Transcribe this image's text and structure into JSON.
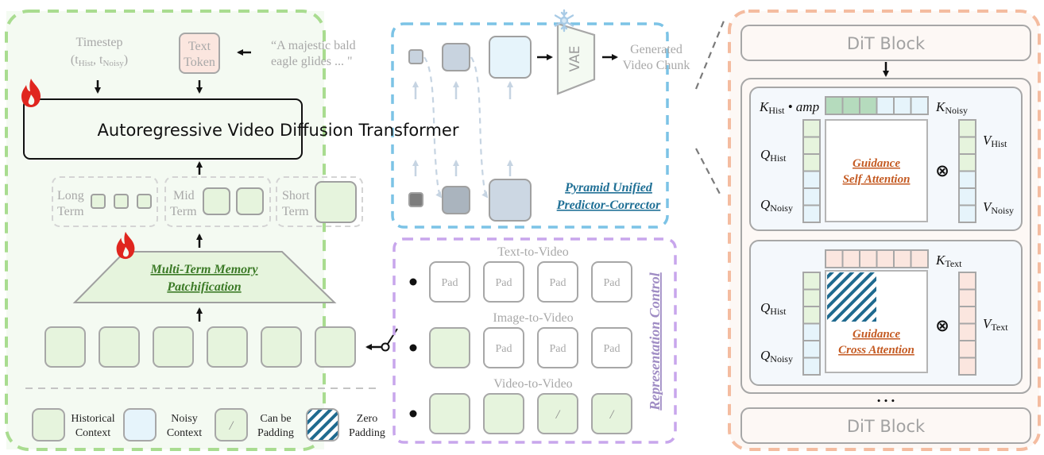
{
  "main_panel": {
    "timestep_label": "Timestep",
    "timestep_sub": {
      "t1": "t",
      "s1": "Hist",
      "sep": ", ",
      "t2": "t",
      "s2": "Noisy"
    },
    "text_token_line1": "Text",
    "text_token_line2": "Token",
    "prompt_line1": "“A majestic bald",
    "prompt_line2": "eagle glides  ... \"",
    "transformer_label": "Autoregressive Video Diffusion Transformer",
    "vae_label": "VAE",
    "generated_line1": "Generated",
    "generated_line2": "Video Chunk",
    "pyramid_title_line1": "Pyramid Unified",
    "pyramid_title_line2": "Predictor-Corrector",
    "memory_groups": [
      {
        "line1": "Long",
        "line2": "Term",
        "count": 3
      },
      {
        "line1": "Mid",
        "line2": "Term",
        "count": 2
      },
      {
        "line1": "Short",
        "line2": "Term",
        "count": 1
      }
    ],
    "patchify_line1": "Multi-Term Memory",
    "patchify_line2": "Patchification",
    "history_frames_count": 6,
    "representation_control_label": "Representation Control",
    "modes": [
      {
        "label": "Text-to-Video",
        "cells": [
          "pad",
          "pad",
          "pad",
          "pad"
        ]
      },
      {
        "label": "Image-to-Video",
        "cells": [
          "hist",
          "pad",
          "pad",
          "pad"
        ]
      },
      {
        "label": "Video-to-Video",
        "cells": [
          "hist",
          "hist",
          "canpad",
          "canpad"
        ]
      }
    ],
    "pad_label": "Pad",
    "can_pad_glyph": "/",
    "legend": [
      {
        "kind": "hist",
        "line1": "Historical",
        "line2": "Context"
      },
      {
        "kind": "noisy",
        "line1": "Noisy",
        "line2": "Context"
      },
      {
        "kind": "canpad",
        "line1": "Can be",
        "line2": "Padding"
      },
      {
        "kind": "zeropad",
        "line1": "Zero",
        "line2": "Padding"
      }
    ]
  },
  "dit_panel": {
    "top_block_label": "DiT Block",
    "bottom_block_label": "DiT Block",
    "ellipsis": "• • •",
    "self_attention": {
      "title_line1": "Guidance",
      "title_line2": "Self Attention",
      "k_hist_label": {
        "sym": "K",
        "sub": "Hist",
        "suffix": " • amp"
      },
      "k_noisy_label": {
        "sym": "K",
        "sub": "Noisy"
      },
      "q_hist_label": {
        "sym": "Q",
        "sub": "Hist"
      },
      "q_noisy_label": {
        "sym": "Q",
        "sub": "Noisy"
      },
      "v_hist_label": {
        "sym": "V",
        "sub": "Hist"
      },
      "v_noisy_label": {
        "sym": "V",
        "sub": "Noisy"
      },
      "k_cells": [
        "histdark",
        "histdark",
        "histdark",
        "noisy",
        "noisy",
        "noisy"
      ],
      "q_cells": [
        "hist",
        "hist",
        "hist",
        "noisy",
        "noisy",
        "noisy"
      ],
      "v_cells": [
        "hist",
        "hist",
        "hist",
        "noisy",
        "noisy",
        "noisy"
      ],
      "op_symbol": "⊗"
    },
    "cross_attention": {
      "title_line1": "Guidance",
      "title_line2": "Cross Attention",
      "k_text_label": {
        "sym": "K",
        "sub": "Text"
      },
      "q_hist_label": {
        "sym": "Q",
        "sub": "Hist"
      },
      "q_noisy_label": {
        "sym": "Q",
        "sub": "Noisy"
      },
      "v_text_label": {
        "sym": "V",
        "sub": "Text"
      },
      "k_cells": [
        "text",
        "text",
        "text",
        "text",
        "text",
        "text"
      ],
      "q_cells": [
        "hist",
        "hist",
        "hist",
        "noisy",
        "noisy",
        "noisy"
      ],
      "v_cells": [
        "text",
        "text",
        "text",
        "text",
        "text",
        "text"
      ],
      "op_symbol": "⊗"
    }
  },
  "colors": {
    "hist": "#e6f4dd",
    "histdark": "#b5dbbd",
    "noisy": "#e6f4fb",
    "text": "#fbe6df",
    "green_border": "#a9dc90",
    "blue_border": "#7cc3e6",
    "purple_border": "#c8a6ec",
    "orange_border": "#f4bca0",
    "flame": "#e0261f",
    "patchify_title": "#3b7a26",
    "pyramid_title": "#1e6f95",
    "attention_title": "#c45a22",
    "rep_ctrl": "#9f8cc4",
    "zeropad_stripe": "#1f6a8f"
  }
}
